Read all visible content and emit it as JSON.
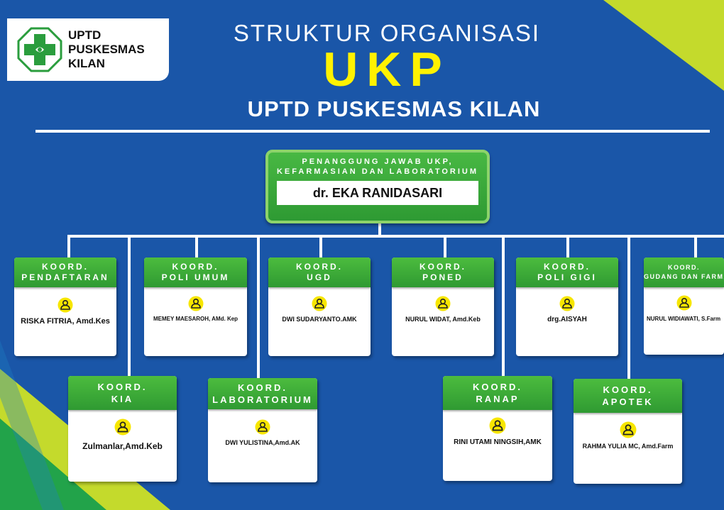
{
  "logo": {
    "line1": "UPTD",
    "line2": "PUSKESMAS",
    "line3": "KILAN"
  },
  "title": {
    "line1": "STRUKTUR ORGANISASI",
    "line2": "UKP",
    "line3": "UPTD PUSKESMAS KILAN"
  },
  "head": {
    "role_line1": "PENANGGUNG JAWAB UKP,",
    "role_line2": "KEFARMASIAN DAN LABORATORIUM",
    "name": "dr. EKA RANIDASARI"
  },
  "cards": [
    {
      "id": "pendaftaran",
      "line1": "KOORD.",
      "line2": "PENDAFTARAN",
      "name": "RISKA FITRIA, Amd.Kes"
    },
    {
      "id": "poli-umum",
      "line1": "KOORD.",
      "line2": "POLI UMUM",
      "name": "MEMEY MAESAROH, AMd. Kep"
    },
    {
      "id": "ugd",
      "line1": "KOORD.",
      "line2": "UGD",
      "name": "DWI SUDARYANTO.AMK"
    },
    {
      "id": "poned",
      "line1": "KOORD.",
      "line2": "PONED",
      "name": "NURUL WIDAT, Amd.Keb"
    },
    {
      "id": "poli-gigi",
      "line1": "KOORD.",
      "line2": "POLI GIGI",
      "name": "drg.AISYAH"
    },
    {
      "id": "gudang",
      "line1": "KOORD.",
      "line2": "GUDANG DAN FARMASI",
      "name": "NURUL WIDIAWATI, S.Farm"
    },
    {
      "id": "kia",
      "line1": "KOORD.",
      "line2": "KIA",
      "name": "Zulmanlar,Amd.Keb"
    },
    {
      "id": "laboratorium",
      "line1": "KOORD.",
      "line2": "LABORATORIUM",
      "name": "DWI YULISTINA,Amd.AK"
    },
    {
      "id": "ranap",
      "line1": "KOORD.",
      "line2": "RANAP",
      "name": "RINI UTAMI NINGSIH,AMK"
    },
    {
      "id": "apotek",
      "line1": "KOORD.",
      "line2": "APOTEK",
      "name": "RAHMA YULIA MC, Amd.Farm"
    }
  ],
  "colors": {
    "background_blue": "#1a56a8",
    "accent_green": "#3aaa35",
    "accent_lime": "#c4da2c",
    "title_yellow": "#fff200",
    "icon_yellow": "#f7e600"
  },
  "icons": {
    "logo": "puskesmas-cross-logo",
    "person": "person-icon"
  }
}
